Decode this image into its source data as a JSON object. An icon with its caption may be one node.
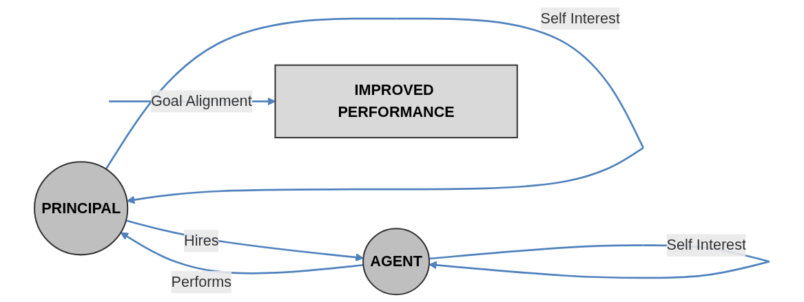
{
  "diagram": {
    "nodes": [
      {
        "text": [
          "PRINCIPAL"
        ]
      },
      {
        "text": [
          "AGENT"
        ]
      },
      {
        "text": [
          "IMPROVED PERFORMANCE"
        ]
      }
    ],
    "edges": [
      {
        "from": 0,
        "to": 0,
        "label": "Self Interest",
        "arrow": "to"
      },
      {
        "from": 0,
        "to": 1,
        "label": "Hires",
        "arrow": "to"
      },
      {
        "from": 1,
        "to": 0,
        "label": "Performs",
        "arrow": "to"
      },
      {
        "from": 1,
        "to": 1,
        "label": "Self Interest",
        "arrow": "to"
      },
      {
        "from": null,
        "to": 2,
        "label": "Goal Alignment",
        "arrow": "to"
      }
    ]
  }
}
